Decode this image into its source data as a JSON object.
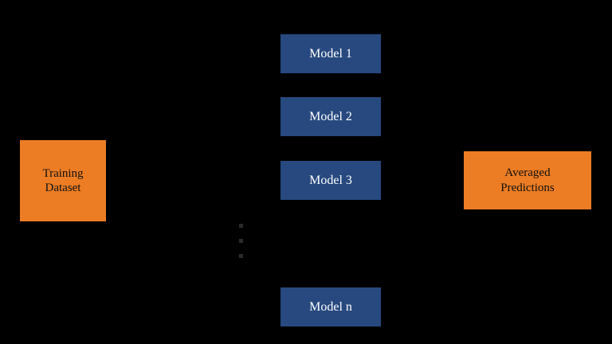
{
  "diagram": {
    "title": "Bagging / Model Averaging Ensemble Diagram",
    "background_color": "#000000",
    "nodes": {
      "dataset": {
        "label": "Training\nDataset",
        "line1": "Training",
        "line2": "Dataset",
        "fill_color": "#ED7D24",
        "border_style": "dashed",
        "text_color": "#101010"
      },
      "models": [
        {
          "label": "Model 1",
          "fill_color": "#27497F",
          "text_color": "#FFFFFF"
        },
        {
          "label": "Model 2",
          "fill_color": "#27497F",
          "text_color": "#FFFFFF"
        },
        {
          "label": "Model 3",
          "fill_color": "#27497F",
          "text_color": "#FFFFFF"
        },
        {
          "label": "Model n",
          "fill_color": "#27497F",
          "text_color": "#FFFFFF"
        }
      ],
      "predictions": {
        "label": "Averaged\nPredictions",
        "line1": "Averaged",
        "line2": "Predictions",
        "fill_color": "#ED7D24",
        "border_style": "solid",
        "text_color": "#101010"
      }
    },
    "ellipsis": {
      "symbol": "vertical-ellipsis",
      "dot_count": 3,
      "color": "#2B2B2B"
    }
  }
}
